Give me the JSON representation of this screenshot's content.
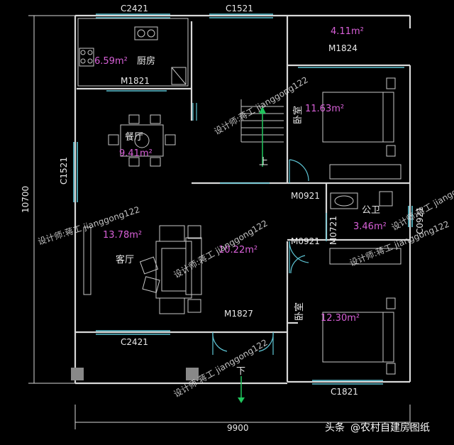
{
  "rooms": {
    "kitchen": {
      "area": "6.59m²",
      "name": "厨房"
    },
    "dining": {
      "area": "9.41m²",
      "name": "餐厅"
    },
    "living": {
      "area": "13.78m²",
      "name": "客厅"
    },
    "hall": {
      "area": "10.22m²"
    },
    "balcony": {
      "area": "4.11m²"
    },
    "bedroom_top": {
      "area": "11.63m²",
      "name": "卧室"
    },
    "bathroom": {
      "area": "3.46m²",
      "name": "公卫"
    },
    "bedroom_bottom": {
      "area": "12.30m²",
      "name": "卧室"
    }
  },
  "openings": {
    "c2421_top": "C2421",
    "c1521_top": "C1521",
    "m1824": "M1824",
    "m1821": "M1821",
    "c1521_left": "C1521",
    "m0921_a": "M0921",
    "m0921_b": "M0921",
    "m0721": "M0721",
    "c0921": "C0921",
    "m1827": "M1827",
    "c2421_bottom": "C2421",
    "c1821": "C1821"
  },
  "stairs": {
    "up": "上",
    "down": "下"
  },
  "dimensions": {
    "height": "10700",
    "width": "9900"
  },
  "watermarks": [
    "设计师:蒋工 jianggong122",
    "设计师:蒋工 jianggong122",
    "设计师:蒋工 jianggong122",
    "设计师:蒋工 jianggong122",
    "设计师:蒋工 jianggong122",
    "设计师:蒋工 jianggong122"
  ],
  "brand": {
    "prefix": "头条",
    "text": "@农村自建房图纸"
  },
  "colors": {
    "wall": "#d8d8d8",
    "window": "#5ec6d6",
    "furniture": "#c8c8c8",
    "area_text": "#d860d8",
    "stair_arrow": "#21c55d"
  }
}
